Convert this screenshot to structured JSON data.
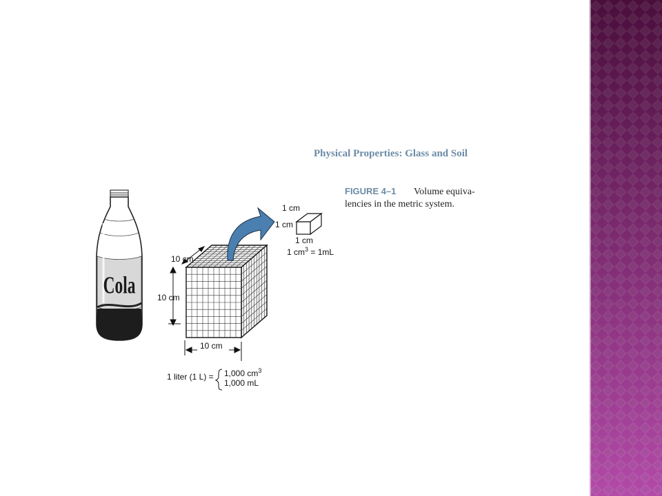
{
  "header": {
    "book_section": "Physical Properties: Glass and Soil"
  },
  "caption": {
    "figure_number": "FIGURE 4–1",
    "line1": "Volume equiva-",
    "line2": "lencies in the metric system."
  },
  "bottle": {
    "label": "Cola"
  },
  "large_cube": {
    "depth_label": "10 cm",
    "height_label": "10 cm",
    "width_label": "10 cm"
  },
  "small_cube": {
    "top_label": "1 cm",
    "side_label": "1 cm",
    "bottom_label": "1 cm",
    "equation_left": "1 cm",
    "equation_exp": "3",
    "equation_right": " = 1mL"
  },
  "equivalence": {
    "lhs": "1 liter (1 L) =",
    "line1_base": "1,000 cm",
    "line1_exp": "3",
    "line2": "1,000 mL"
  },
  "colors": {
    "header_text": "#6b8ba6",
    "arrow_fill": "#4a7fb0",
    "panel_dark": "#4a0e3c",
    "panel_light": "#b24aa8"
  }
}
